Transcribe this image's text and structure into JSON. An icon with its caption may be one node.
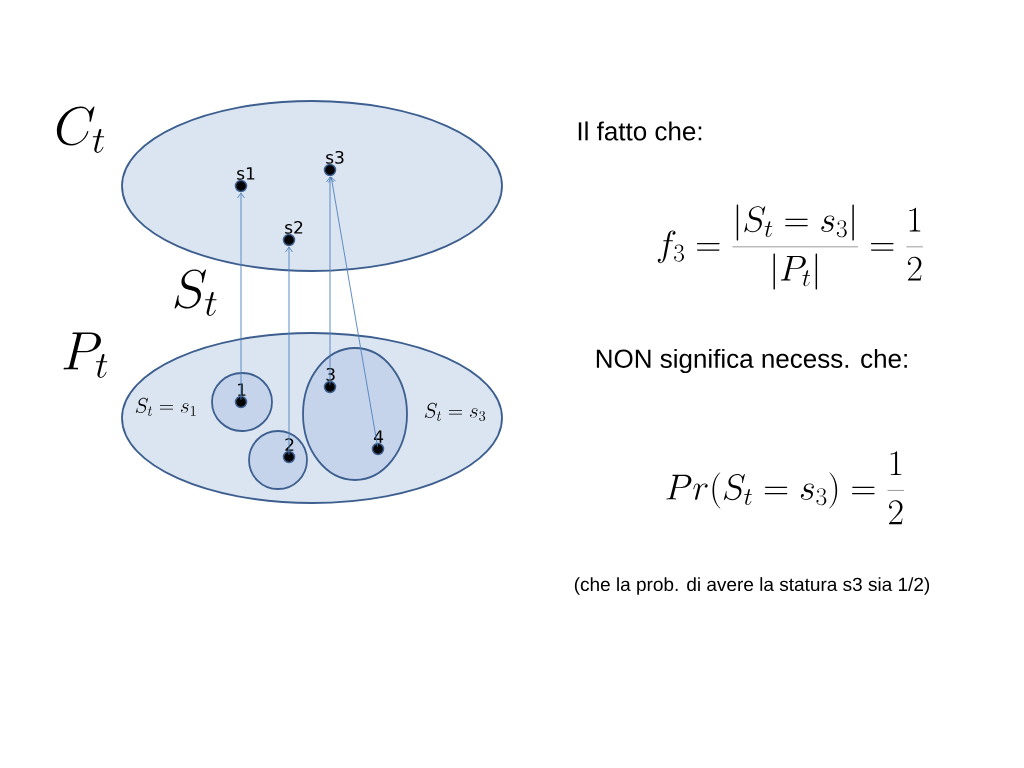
{
  "diagram": {
    "nodes": [
      {
        "text": [
          "C_t"
        ]
      },
      {
        "text": [
          "s1"
        ],
        "in": 0
      },
      {
        "text": [
          "s2"
        ],
        "in": 0
      },
      {
        "text": [
          "s3"
        ],
        "in": 0
      },
      {
        "text": [
          "P_t"
        ]
      },
      {
        "text": [
          "S_t = s_1"
        ],
        "in": 4
      },
      {
        "text": [
          "1"
        ],
        "in": 5
      },
      {
        "text": [],
        "shape": "circle",
        "in": 4
      },
      {
        "text": [
          "2"
        ],
        "in": 7
      },
      {
        "text": [
          "S_t = s_3"
        ],
        "in": 4
      },
      {
        "text": [
          "3"
        ],
        "in": 9
      },
      {
        "text": [
          "4"
        ],
        "in": 9
      }
    ],
    "edges": [
      {
        "from": 6,
        "to": 1,
        "arrow": "to"
      },
      {
        "from": 8,
        "to": 2,
        "arrow": "to"
      },
      {
        "from": 10,
        "to": 3,
        "arrow": "to"
      },
      {
        "from": 11,
        "to": 3,
        "arrow": "to"
      }
    ],
    "labels": [
      "S_t",
      "Il fatto che:",
      "f_3 = \\frac{|S_t = s_3|}{|P_t|} = \\frac{1}{2}",
      "NON significa necess. che:",
      "Pr(S_t = s_3) = \\frac{1}{2}",
      "(che la prob. di avere la statura s3 sia 1/2)"
    ]
  }
}
